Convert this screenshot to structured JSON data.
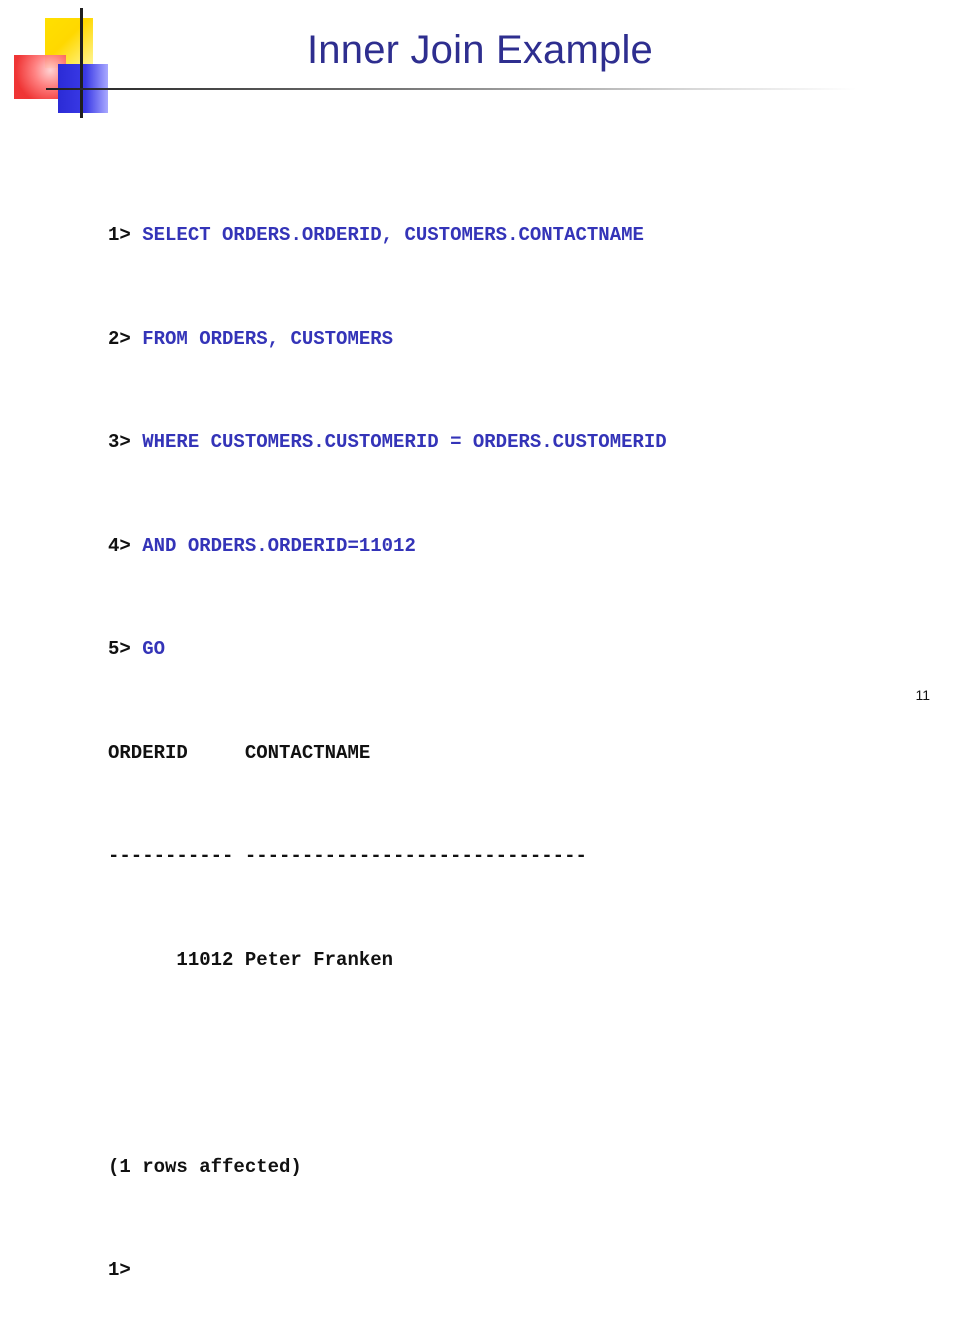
{
  "slide": {
    "title": "Inner Join Example",
    "page_number": "11"
  },
  "code": {
    "lines": [
      {
        "prompt": "1> ",
        "sql": "SELECT ORDERS.ORDERID, CUSTOMERS.CONTACTNAME"
      },
      {
        "prompt": "2> ",
        "sql": "FROM ORDERS, CUSTOMERS"
      },
      {
        "prompt": "3> ",
        "sql": "WHERE CUSTOMERS.CUSTOMERID = ORDERS.CUSTOMERID"
      },
      {
        "prompt": "4> ",
        "sql": "AND ORDERS.ORDERID=11012"
      },
      {
        "prompt": "5> ",
        "sql": "GO"
      }
    ],
    "result_header": "ORDERID     CONTACTNAME",
    "result_separator": "----------- ------------------------------",
    "result_row": "      11012 Peter Franken",
    "affected": "(1 rows affected)",
    "final_prompt": "1>"
  },
  "colors": {
    "title": "#2e2e8f",
    "sql": "#3434b8",
    "prompt": "#111111"
  }
}
